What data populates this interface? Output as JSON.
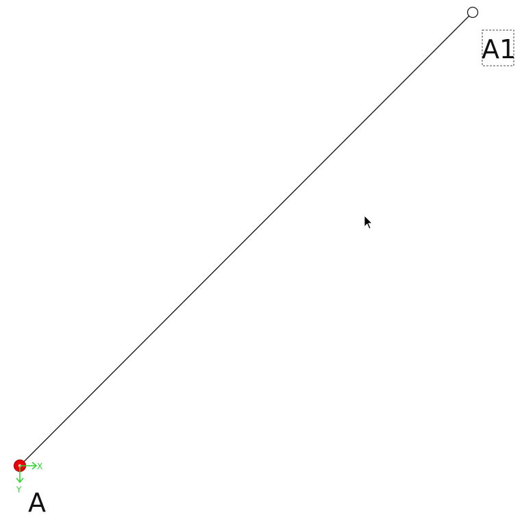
{
  "nodes": [
    {
      "id": "A",
      "label": "A",
      "state": "selected"
    },
    {
      "id": "A1",
      "label": "A1",
      "state": "highlighted"
    }
  ],
  "edges": [
    {
      "from": "A",
      "to": "A1"
    }
  ],
  "axes": {
    "x_label": "X",
    "y_label": "Y"
  },
  "colors": {
    "edge": "#1a1a1a",
    "selected_node_fill": "#e8000b",
    "axis": "#2fd62f",
    "label_box_border": "#444444",
    "cursor": "#000000"
  }
}
